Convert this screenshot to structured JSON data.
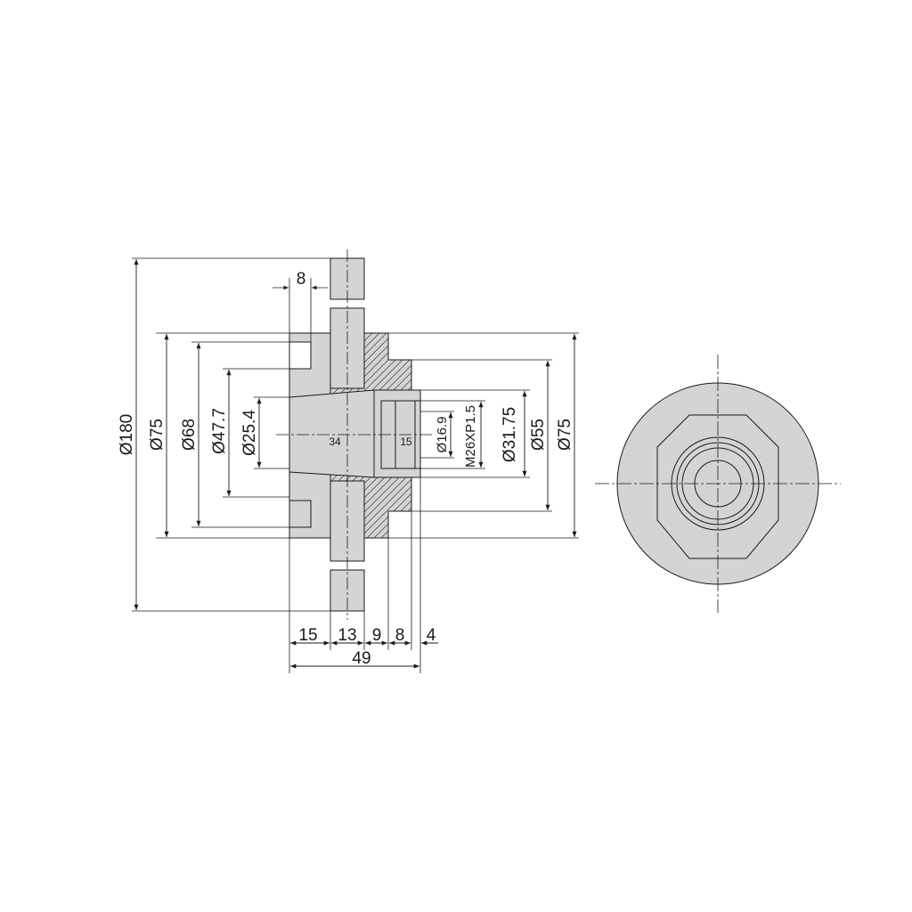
{
  "drawing": {
    "colors": {
      "fill": "#d4d4d4",
      "line": "#1a1a1a",
      "background": "#ffffff"
    },
    "left_dims": {
      "d180": "Ø180",
      "d75": "Ø75",
      "d68": "Ø68",
      "d47": "Ø47.7",
      "d25": "Ø25.4"
    },
    "right_dims": {
      "d16": "Ø16.9",
      "thread": "M26XP1.5",
      "d31": "Ø31.75",
      "d55": "Ø55",
      "d75r": "Ø75"
    },
    "bottom_dims": {
      "l15": "15",
      "l13": "13",
      "l9": "9",
      "l8": "8",
      "l4": "4",
      "total": "49"
    },
    "top_dim": "8",
    "inner_labels": {
      "bore": "34",
      "counterbore": "15"
    }
  }
}
